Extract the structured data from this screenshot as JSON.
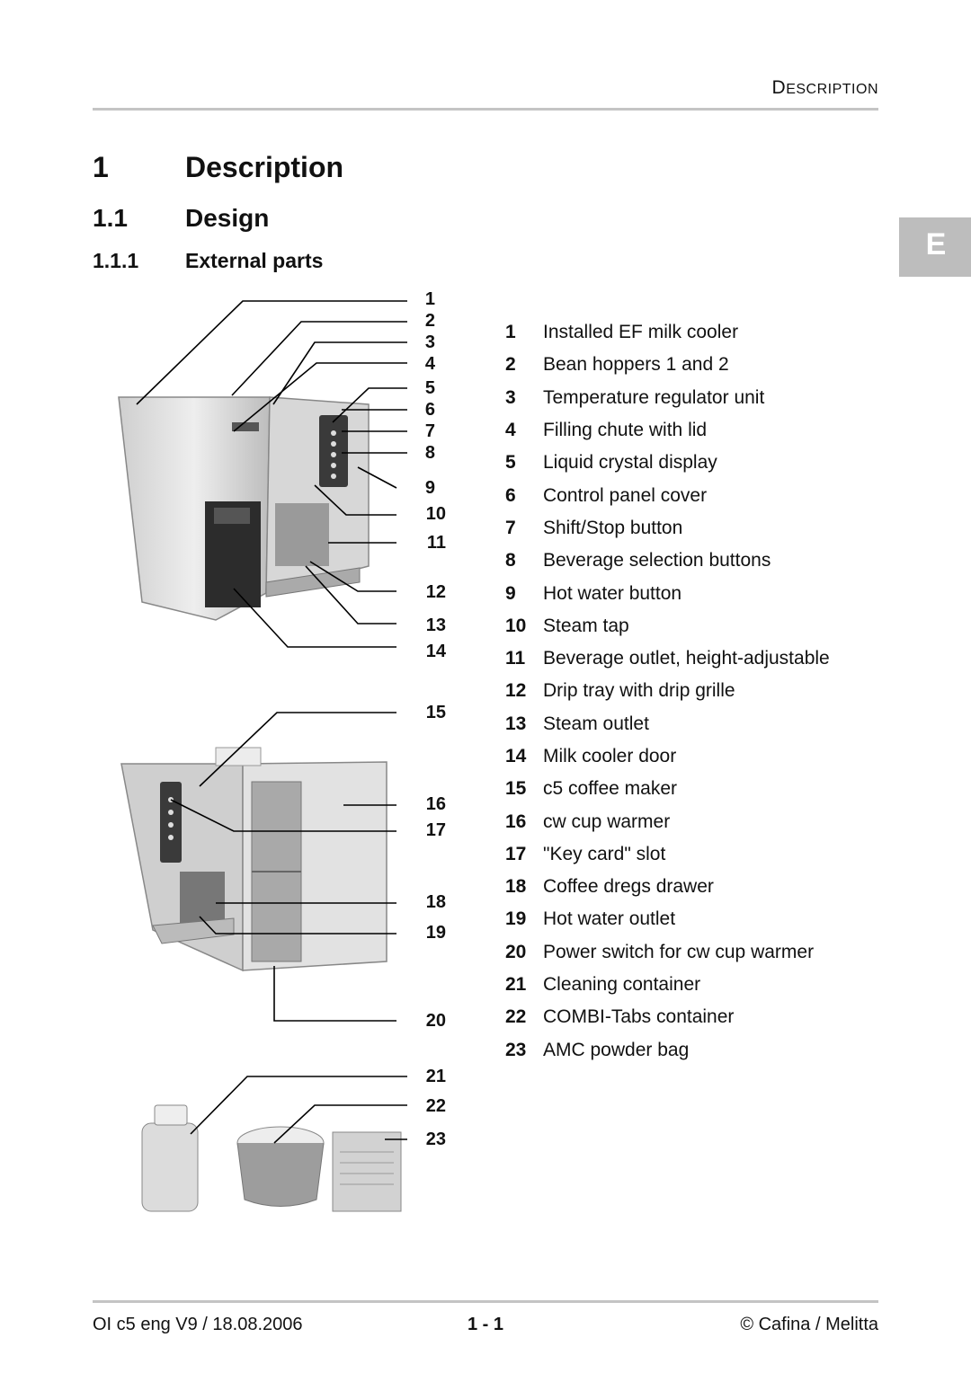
{
  "header": {
    "section_label": "Description"
  },
  "headings": {
    "h1_number": "1",
    "h1_title": "Description",
    "h2_number": "1.1",
    "h2_title": "Design",
    "h3_number": "1.1.1",
    "h3_title": "External parts"
  },
  "side_tab": {
    "label": "E"
  },
  "callouts": [
    "1",
    "2",
    "3",
    "4",
    "5",
    "6",
    "7",
    "8",
    "9",
    "10",
    "11",
    "12",
    "13",
    "14",
    "15",
    "16",
    "17",
    "18",
    "19",
    "20",
    "21",
    "22",
    "23"
  ],
  "legend": [
    {
      "num": "1",
      "text": "Installed EF milk cooler"
    },
    {
      "num": "2",
      "text": "Bean hoppers 1 and 2"
    },
    {
      "num": "3",
      "text": "Temperature regulator unit"
    },
    {
      "num": "4",
      "text": "Filling chute with lid"
    },
    {
      "num": "5",
      "text": "Liquid crystal display"
    },
    {
      "num": "6",
      "text": "Control panel cover"
    },
    {
      "num": "7",
      "text": "Shift/Stop button"
    },
    {
      "num": "8",
      "text": "Beverage selection buttons"
    },
    {
      "num": "9",
      "text": "Hot water button"
    },
    {
      "num": "10",
      "text": "Steam tap"
    },
    {
      "num": "11",
      "text": "Beverage outlet, height-adjustable"
    },
    {
      "num": "12",
      "text": "Drip tray with drip grille"
    },
    {
      "num": "13",
      "text": "Steam outlet"
    },
    {
      "num": "14",
      "text": "Milk cooler door"
    },
    {
      "num": "15",
      "text": "c5 coffee maker"
    },
    {
      "num": "16",
      "text": "cw cup warmer"
    },
    {
      "num": "17",
      "text": "\"Key card\" slot"
    },
    {
      "num": "18",
      "text": "Coffee dregs drawer"
    },
    {
      "num": "19",
      "text": "Hot water outlet"
    },
    {
      "num": "20",
      "text": "Power switch for cw cup warmer"
    },
    {
      "num": "21",
      "text": "Cleaning container"
    },
    {
      "num": "22",
      "text": "COMBI-Tabs container"
    },
    {
      "num": "23",
      "text": "AMC powder bag"
    }
  ],
  "footer": {
    "left": "OI c5 eng V9 / 18.08.2006",
    "center": "1 - 1",
    "right": "© Cafina / Melitta"
  }
}
